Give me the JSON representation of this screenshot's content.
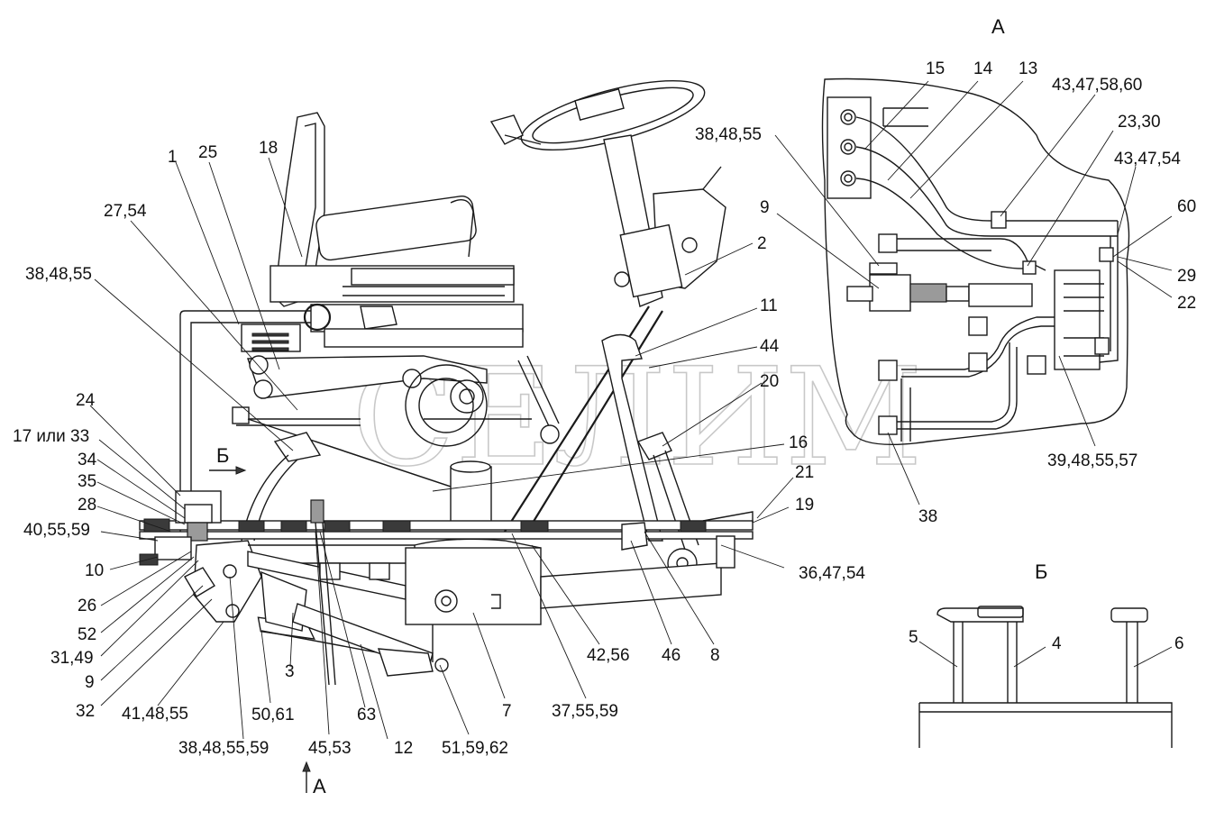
{
  "watermark": "СЕЛИМ",
  "views": {
    "main": {
      "section_marker_b": "Б",
      "view_marker_a": "А"
    },
    "view_a": {
      "title": "А"
    },
    "view_b": {
      "title": "Б"
    }
  },
  "labels": [
    {
      "id": "l-1",
      "text": "1"
    },
    {
      "id": "l-25",
      "text": "25"
    },
    {
      "id": "l-18",
      "text": "18"
    },
    {
      "id": "l-27-54",
      "text": "27,54"
    },
    {
      "id": "l-38-48-55-a",
      "text": "38,48,55"
    },
    {
      "id": "l-2",
      "text": "2"
    },
    {
      "id": "l-11",
      "text": "11"
    },
    {
      "id": "l-44",
      "text": "44"
    },
    {
      "id": "l-20",
      "text": "20"
    },
    {
      "id": "l-16",
      "text": "16"
    },
    {
      "id": "l-21",
      "text": "21"
    },
    {
      "id": "l-19",
      "text": "19"
    },
    {
      "id": "l-24",
      "text": "24"
    },
    {
      "id": "l-17-33",
      "text": "17 или 33"
    },
    {
      "id": "l-34",
      "text": "34"
    },
    {
      "id": "l-35",
      "text": "35"
    },
    {
      "id": "l-28",
      "text": "28"
    },
    {
      "id": "l-40-55-59",
      "text": "40,55,59"
    },
    {
      "id": "l-10",
      "text": "10"
    },
    {
      "id": "l-26",
      "text": "26"
    },
    {
      "id": "l-52",
      "text": "52"
    },
    {
      "id": "l-31-49",
      "text": "31,49"
    },
    {
      "id": "l-9-main",
      "text": "9"
    },
    {
      "id": "l-32",
      "text": "32"
    },
    {
      "id": "l-41-48-55",
      "text": "41,48,55"
    },
    {
      "id": "l-50-61",
      "text": "50,61"
    },
    {
      "id": "l-3",
      "text": "3"
    },
    {
      "id": "l-63",
      "text": "63"
    },
    {
      "id": "l-45-53",
      "text": "45,53"
    },
    {
      "id": "l-12",
      "text": "12"
    },
    {
      "id": "l-38-48-55-59",
      "text": "38,48,55,59"
    },
    {
      "id": "l-51-59-62",
      "text": "51,59,62"
    },
    {
      "id": "l-7",
      "text": "7"
    },
    {
      "id": "l-37-55-59",
      "text": "37,55,59"
    },
    {
      "id": "l-42-56",
      "text": "42,56"
    },
    {
      "id": "l-46",
      "text": "46"
    },
    {
      "id": "l-8",
      "text": "8"
    },
    {
      "id": "l-36-47-54",
      "text": "36,47,54"
    },
    {
      "id": "l-15",
      "text": "15"
    },
    {
      "id": "l-14",
      "text": "14"
    },
    {
      "id": "l-13",
      "text": "13"
    },
    {
      "id": "l-43-47-58-60",
      "text": "43,47,58,60"
    },
    {
      "id": "l-23-30",
      "text": "23,30"
    },
    {
      "id": "l-43-47-54",
      "text": "43,47,54"
    },
    {
      "id": "l-38-48-55-b",
      "text": "38,48,55"
    },
    {
      "id": "l-9-a",
      "text": "9"
    },
    {
      "id": "l-60",
      "text": "60"
    },
    {
      "id": "l-29",
      "text": "29"
    },
    {
      "id": "l-22",
      "text": "22"
    },
    {
      "id": "l-39-48-55-57",
      "text": "39,48,55,57"
    },
    {
      "id": "l-38",
      "text": "38"
    },
    {
      "id": "l-5",
      "text": "5"
    },
    {
      "id": "l-4",
      "text": "4"
    },
    {
      "id": "l-6",
      "text": "6"
    }
  ]
}
